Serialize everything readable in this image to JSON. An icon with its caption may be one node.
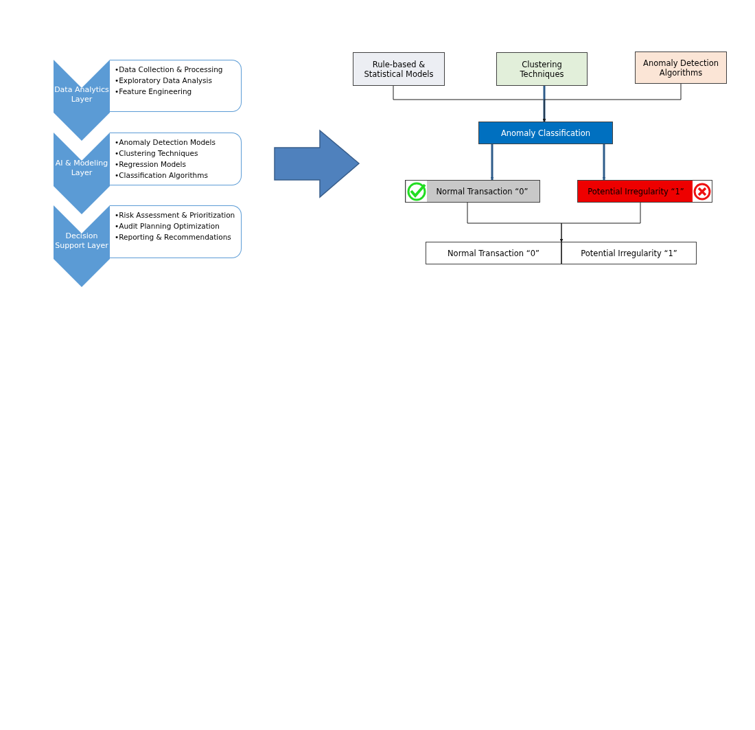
{
  "diagram": {
    "nodes": [
      {
        "text": [
          "Data Analytics Layer"
        ]
      },
      {
        "text": [
          "•Data Collection & Processing",
          "•Exploratory Data Analysis",
          "•Feature Engineering"
        ]
      },
      {
        "text": [
          "AI & Modeling Layer"
        ]
      },
      {
        "text": [
          "•Anomaly Detection Models",
          "•Clustering Techniques",
          "•Regression Models",
          "•Classification Algorithms"
        ]
      },
      {
        "text": [
          "Decision Support Layer"
        ]
      },
      {
        "text": [
          "•Risk Assessment & Prioritization",
          "•Audit Planning Optimization",
          "•Reporting & Recommendations"
        ]
      },
      {
        "text": [
          "Rule-based & Statistical Models"
        ]
      },
      {
        "text": [
          "Clustering Techniques"
        ]
      },
      {
        "text": [
          "Anomaly Detection Algorithms"
        ]
      },
      {
        "text": [
          "Anomaly Classification"
        ]
      },
      {
        "text": [
          "Normal Transaction “0”"
        ]
      },
      {
        "text": [
          "Potential Irregularity “1”"
        ]
      },
      {
        "text": [
          "Normal Transaction “0”"
        ]
      },
      {
        "text": [
          "Potential Irregularity “1”"
        ]
      }
    ],
    "edges": [
      {
        "from": 6,
        "to": 9,
        "arrow": "to"
      },
      {
        "from": 7,
        "to": 9,
        "arrow": "to",
        "style": "thick",
        "color": "#2e5c8a"
      },
      {
        "from": 8,
        "to": 9,
        "arrow": "to"
      },
      {
        "from": 9,
        "to": 10,
        "arrow": "to",
        "style": "thick",
        "color": "#2e5c8a"
      },
      {
        "from": 9,
        "to": 11,
        "arrow": "to",
        "style": "thick",
        "color": "#2e5c8a"
      },
      {
        "from": 10,
        "to": 12,
        "arrow": "to"
      },
      {
        "from": 11,
        "to": 13,
        "arrow": "to"
      }
    ]
  }
}
